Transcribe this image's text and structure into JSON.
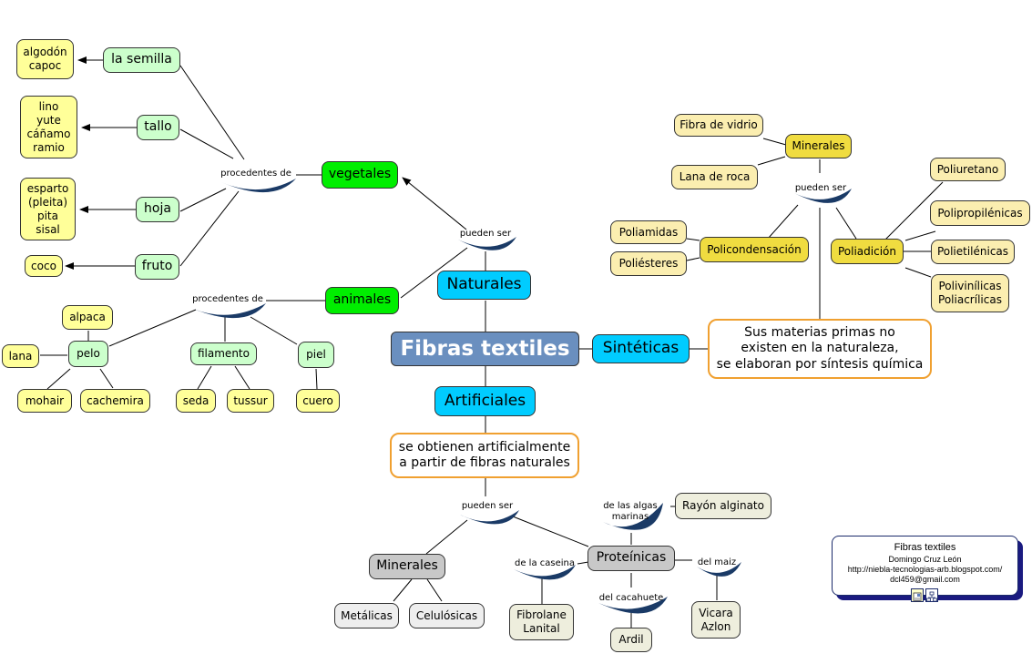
{
  "title": "Fibras textiles",
  "colors": {
    "root": "#6a8fbf",
    "category": "#00ccff",
    "natural_group": "#00ee00",
    "sub": "#ccffcc",
    "leaf": "#ffff99",
    "description_border": "#f0a030",
    "synthetic_group": "#f0dc40",
    "synthetic_leaf": "#fbeeb0",
    "artificial_group": "#c8c8c8",
    "artificial_leaf": "#eeeedd"
  },
  "nodes": {
    "root": "Fibras textiles",
    "naturales": "Naturales",
    "sinteticas": "Sintéticas",
    "artificiales": "Artificiales",
    "vegetales": "vegetales",
    "animales": "animales",
    "la_semilla": "la semilla",
    "tallo": "tallo",
    "hoja": "hoja",
    "fruto": "fruto",
    "algodon": "algodón\ncapoc",
    "lino": "lino\nyute\ncáñamo\nramio",
    "esparto": "esparto\n(pleita)\npita\nsisal",
    "coco": "coco",
    "pelo": "pelo",
    "filamento": "filamento",
    "piel": "piel",
    "alpaca": "alpaca",
    "lana": "lana",
    "mohair": "mohair",
    "cachemira": "cachemira",
    "seda": "seda",
    "tussur": "tussur",
    "cuero": "cuero",
    "sint_desc": "Sus materias primas no\nexisten en la naturaleza,\nse elaboran por síntesis química",
    "sint_minerales": "Minerales",
    "fibra_vidrio": "Fibra de vidrio",
    "lana_roca": "Lana de roca",
    "policondensacion": "Policondensación",
    "poliamidas": "Poliamidas",
    "poliesteres": "Poliésteres",
    "poliadicion": "Poliadición",
    "poliuretano": "Poliuretano",
    "polipropilenicas": "Polipropilénicas",
    "polietilenicas": "Polietilénicas",
    "polivinilicas": "Polivinílicas\nPoliacrílicas",
    "art_desc": "se obtienen artificialmente\na partir de fibras naturales",
    "art_minerales": "Minerales",
    "metalicas": "Metálicas",
    "celulosicas": "Celulósicas",
    "proteinicas": "Proteínicas",
    "fibrolane": "Fibrolane\nLanital",
    "ardil": "Ardil",
    "vicara": "Vicara\nAzlon",
    "rayon": "Rayón alginato"
  },
  "link_labels": {
    "pueden_ser_nat": "pueden ser",
    "procedentes_veg": "procedentes de",
    "procedentes_ani": "procedentes de",
    "pueden_ser_sint": "pueden ser",
    "pueden_ser_art": "pueden ser",
    "de_la_caseina": "de la caseina",
    "del_cacahuete": "del cacahuete",
    "del_maiz": "del maiz",
    "de_las_algas": "de las algas\nmarinas"
  },
  "credits": {
    "title": "Fibras textiles",
    "author": "Domingo Cruz León",
    "url": "http://niebla-tecnologias-arb.blogspot.com/",
    "email": "dcl459@gmail.com",
    "icons": [
      "resource-document-icon",
      "concept-map-icon"
    ]
  }
}
